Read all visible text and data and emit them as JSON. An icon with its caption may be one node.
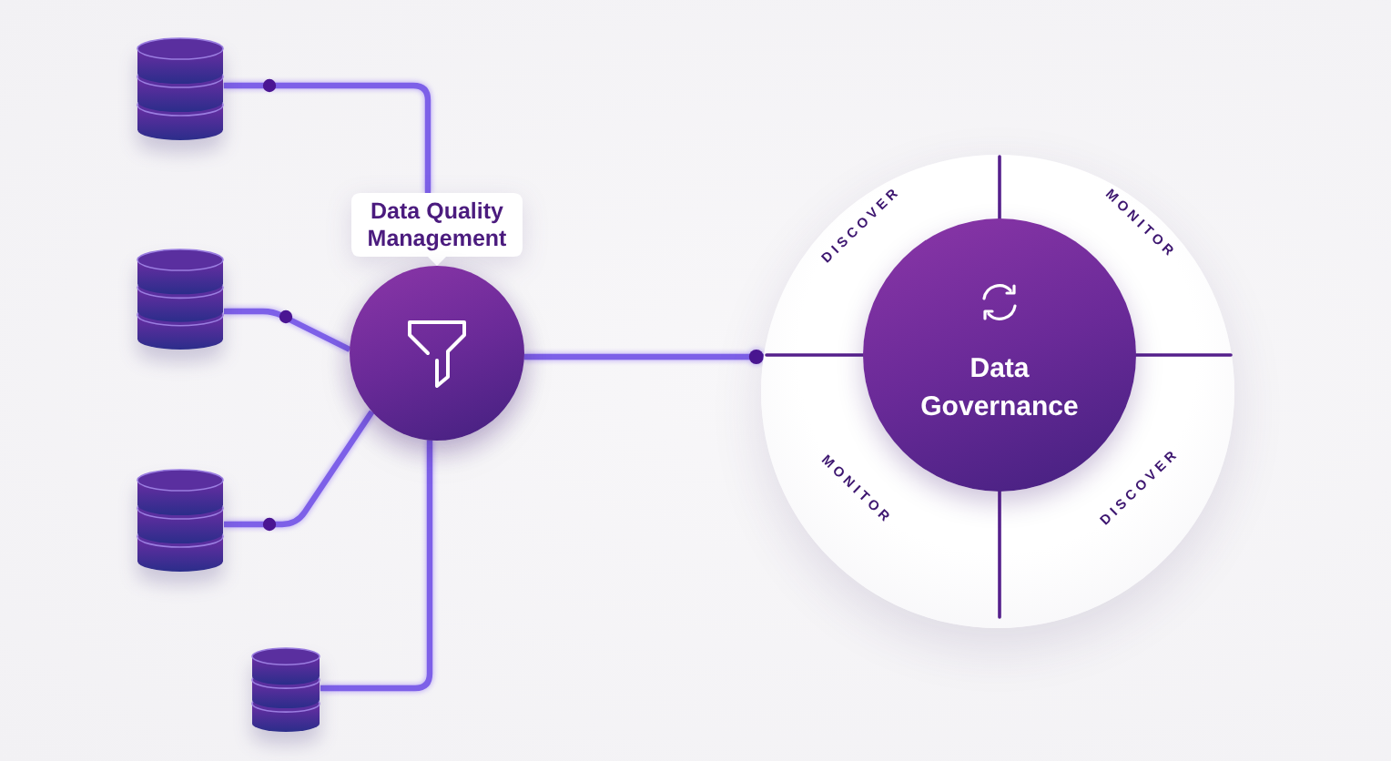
{
  "diagram": {
    "nodes": [
      {
        "text": [],
        "shape": "cylinder"
      },
      {
        "text": [],
        "shape": "cylinder"
      },
      {
        "text": [],
        "shape": "cylinder"
      },
      {
        "text": [],
        "shape": "cylinder"
      },
      {
        "text": [
          "Data Quality Management"
        ]
      },
      {
        "text": [
          "DISCOVER",
          "MONITOR",
          "MONITOR",
          "DISCOVER"
        ]
      },
      {
        "text": [
          "Data Governance"
        ],
        "in": 5
      }
    ],
    "edges": [
      {
        "from": 0,
        "to": 4,
        "arrow": "none"
      },
      {
        "from": 1,
        "to": 4,
        "arrow": "none"
      },
      {
        "from": 2,
        "to": 4,
        "arrow": "none"
      },
      {
        "from": 3,
        "to": 4,
        "arrow": "none"
      },
      {
        "from": 4,
        "to": 5,
        "arrow": "other"
      }
    ]
  }
}
